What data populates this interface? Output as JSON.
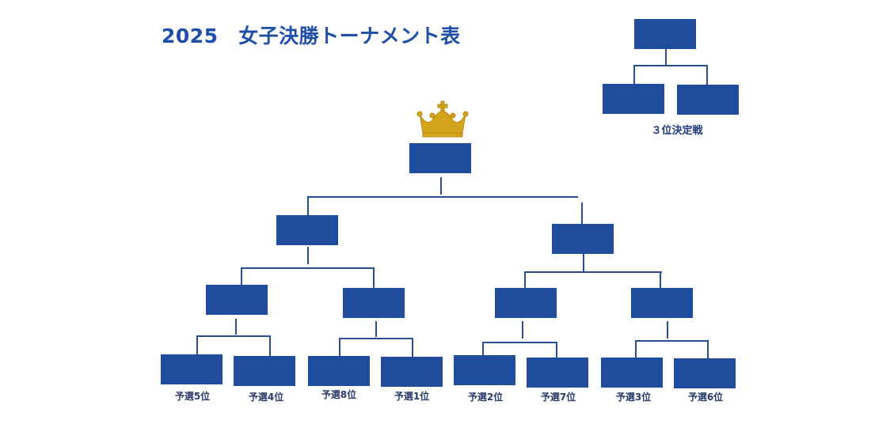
{
  "title": "2025　女子決勝トーナメント表",
  "third_place": {
    "label": "３位決定戦"
  },
  "seeds": [
    "予選5位",
    "予選4位",
    "予選8位",
    "予選1位",
    "予選2位",
    "予選7位",
    "予選3位",
    "予選6位"
  ],
  "colors": {
    "box": "#204c9e",
    "line": "#2a4e92",
    "title": "#1f4fa8",
    "crown": "#d4a51c"
  },
  "icons": {
    "champion": "crown-icon"
  }
}
